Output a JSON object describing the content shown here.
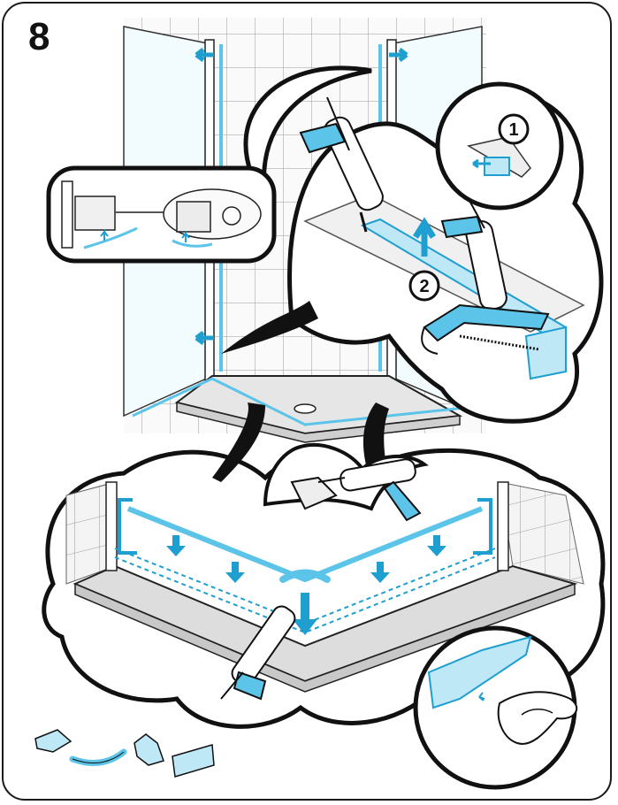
{
  "step": {
    "number": "8"
  },
  "callouts": [
    {
      "id": "1",
      "label": "1"
    },
    {
      "id": "2",
      "label": "2"
    }
  ],
  "colors": {
    "accent_blue": "#5bc4e8",
    "accent_blue_dark": "#1f9fd0",
    "line": "#111111",
    "tile": "#e8e8e8",
    "tray": "#d9d9d9"
  },
  "icons": {
    "caulking_gun": "caulking-gun-icon",
    "hacksaw": "hacksaw-icon",
    "direction_arrow": "arrow-icon",
    "hand": "hand-icon"
  }
}
